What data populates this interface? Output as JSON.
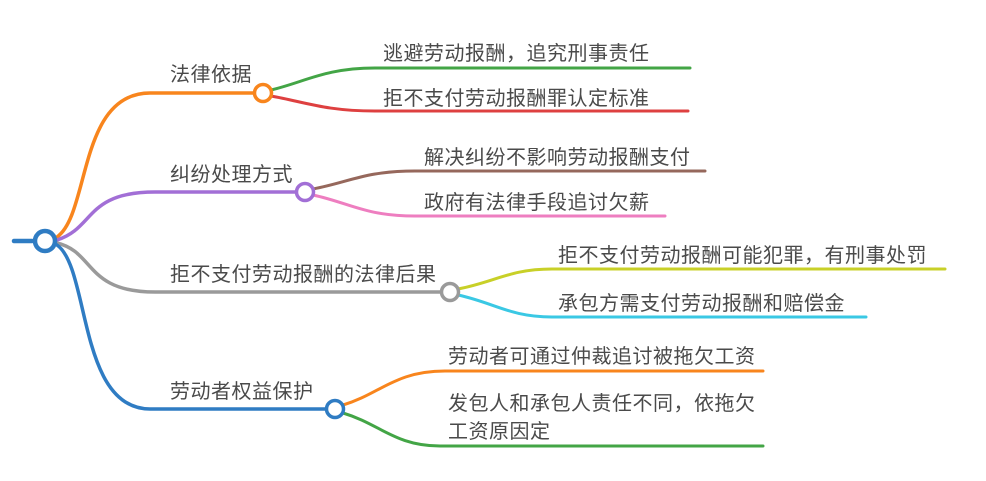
{
  "diagram_type": "mindmap",
  "canvas": {
    "background": "#FFFFFF",
    "text_color": "#4A4A4A"
  },
  "root": {
    "color": "#2F7CC3"
  },
  "branches": [
    {
      "label": "法律依据",
      "color": "#F8851D",
      "children": [
        {
          "label": "逃避劳动报酬，追究刑事责任",
          "color": "#43A546"
        },
        {
          "label": "拒不支付劳动报酬罪认定标准",
          "color": "#DE4040"
        }
      ]
    },
    {
      "label": "纠纷处理方式",
      "color": "#A26FD6",
      "children": [
        {
          "label": "解决纠纷不影响劳动报酬支付",
          "color": "#96685C"
        },
        {
          "label": "政府有法律手段追讨欠薪",
          "color": "#EE7EC0"
        }
      ]
    },
    {
      "label": "拒不支付劳动报酬的法律后果",
      "color": "#9A9A9A",
      "children": [
        {
          "label": "拒不支付劳动报酬可能犯罪，有刑事处罚",
          "color": "#C8D028"
        },
        {
          "label": "承包方需支付劳动报酬和赔偿金",
          "color": "#3AC8E4"
        }
      ]
    },
    {
      "label": "劳动者权益保护",
      "color": "#2F7CC3",
      "children": [
        {
          "label": "劳动者可通过仲裁追讨被拖欠工资",
          "color": "#F8851D"
        },
        {
          "label": "发包人和承包人责任不同，依拖欠工资原因定",
          "color": "#43A546"
        }
      ]
    }
  ]
}
